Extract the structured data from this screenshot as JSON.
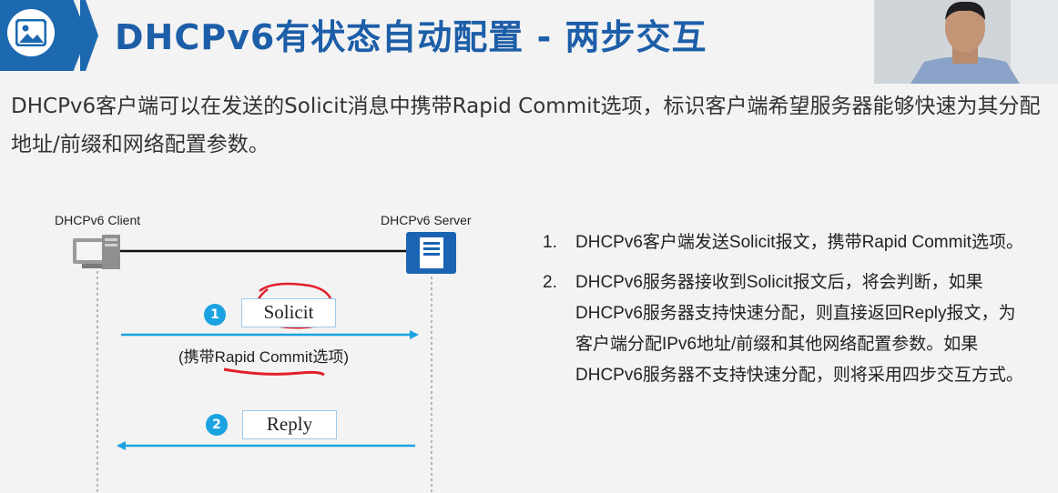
{
  "header": {
    "title": "DHCPv6有状态自动配置 - 两步交互",
    "logo_icon": "image-icon",
    "brand_color": "#1d69b0"
  },
  "intro": {
    "text": "DHCPv6客户端可以在发送的Solicit消息中携带Rapid Commit选项，标识客户端希望服务器能够快速为其分配地址/前缀和网络配置参数。"
  },
  "diagram": {
    "client_label": "DHCPv6 Client",
    "server_label": "DHCPv6 Server",
    "client_icon": "computer-icon",
    "server_icon": "server-icon",
    "messages": [
      {
        "step": "1",
        "name": "Solicit",
        "note": "(携带Rapid Commit选项)",
        "direction": "client-to-server"
      },
      {
        "step": "2",
        "name": "Reply",
        "note": "",
        "direction": "server-to-client"
      }
    ],
    "arrow_color": "#1aa3e0",
    "annotation_color": "#e0202a"
  },
  "steps": [
    {
      "num": "1.",
      "text": "DHCPv6客户端发送Solicit报文，携带Rapid Commit选项。"
    },
    {
      "num": "2.",
      "text": "DHCPv6服务器接收到Solicit报文后，将会判断，如果DHCPv6服务器支持快速分配，则直接返回Reply报文，为客户端分配IPv6地址/前缀和其他网络配置参数。如果DHCPv6服务器不支持快速分配，则将采用四步交互方式。"
    }
  ]
}
